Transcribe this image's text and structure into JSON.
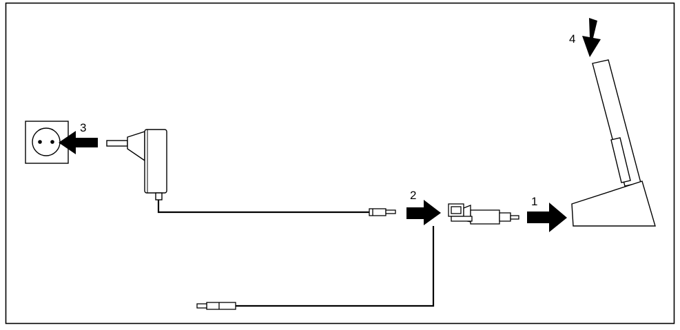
{
  "colors": {
    "ink": "#000000",
    "paper": "#ffffff"
  },
  "steps": [
    {
      "number": "1"
    },
    {
      "number": "2"
    },
    {
      "number": "3"
    },
    {
      "number": "4"
    }
  ]
}
